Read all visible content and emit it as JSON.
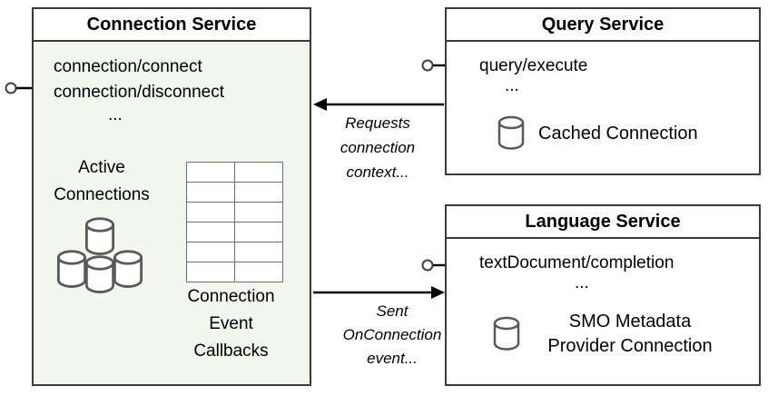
{
  "connection_service": {
    "title": "Connection Service",
    "methods": [
      "connection/connect",
      "connection/disconnect",
      "..."
    ],
    "active_connections_label": "Active Connections",
    "callbacks_label": "Connection Event Callbacks"
  },
  "query_service": {
    "title": "Query Service",
    "method": "query/execute",
    "more": "...",
    "cached_label": "Cached Connection"
  },
  "language_service": {
    "title": "Language Service",
    "method": "textDocument/completion",
    "more": "...",
    "cached_label": "SMO Metadata Provider Connection"
  },
  "arrows": {
    "requests_label": "Requests connection context...",
    "sent_label": "Sent OnConnection event..."
  },
  "icons": {
    "database": "database-cylinder-icon",
    "interface": "interface-lollipop-icon"
  },
  "colors": {
    "connection_body_bg": "#f3f6ec",
    "box_border": "#3a3a3a",
    "cylinder_stroke": "#595959",
    "table_line": "#6f6f6f",
    "arrow": "#000000"
  }
}
